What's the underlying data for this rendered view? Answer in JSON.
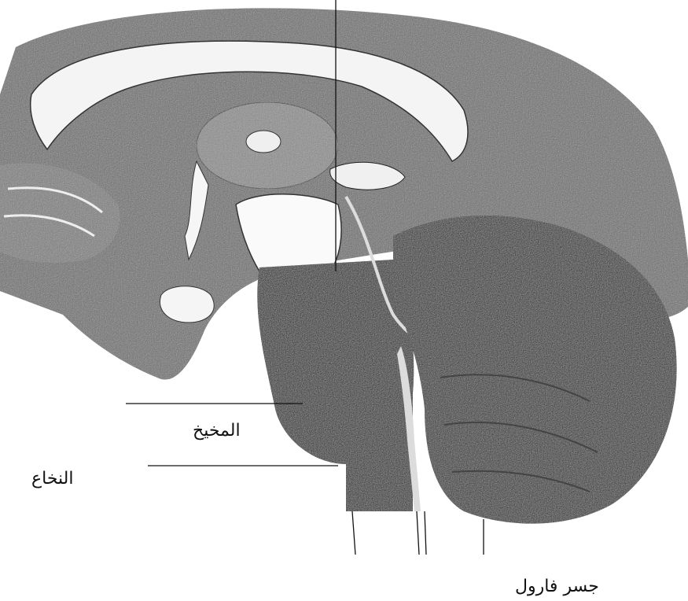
{
  "diagram": {
    "labels": {
      "cerebellum": "المخيخ",
      "medulla": "النخاع",
      "pons": "جسر فارول"
    }
  }
}
